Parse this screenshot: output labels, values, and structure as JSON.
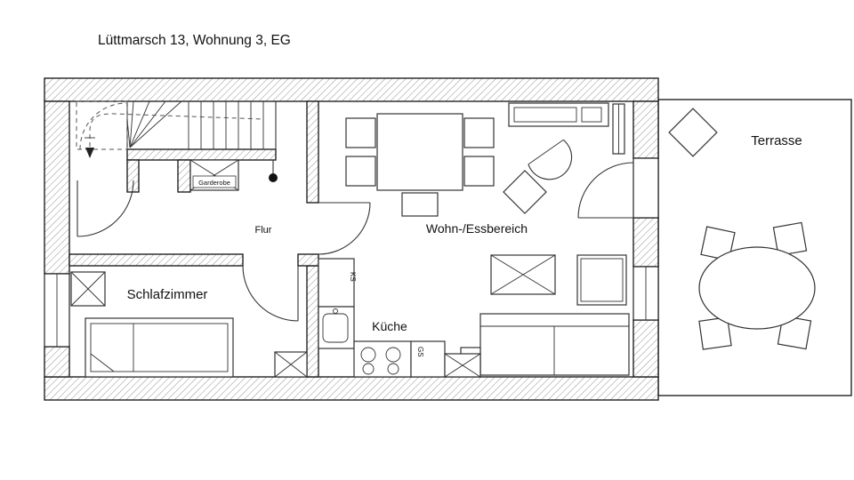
{
  "title": "Lüttmarsch 13, Wohnung 3, EG",
  "rooms": {
    "terrasse": "Terrasse",
    "wohn_essbereich": "Wohn-/Essbereich",
    "flur": "Flur",
    "garderobe": "Garderobe",
    "schlafzimmer": "Schlafzimmer",
    "kueche": "Küche"
  },
  "appliances": {
    "fridge_label": "KS",
    "dishwasher_label": "GS"
  },
  "colors": {
    "line": "#222222",
    "hatch": "#888888",
    "background": "#ffffff"
  }
}
